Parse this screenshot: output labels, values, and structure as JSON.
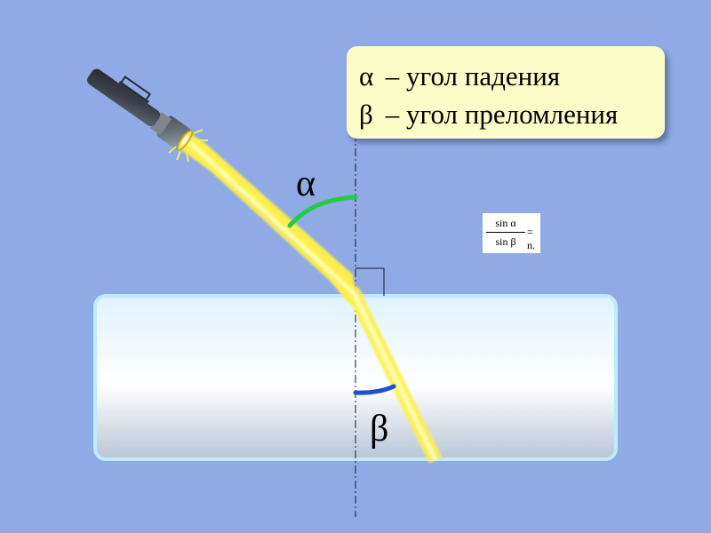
{
  "legend": {
    "alpha_symbol": "α",
    "alpha_text": " – угол падения",
    "beta_symbol": "β",
    "beta_text": " – угол преломления"
  },
  "formula": {
    "numerator": "sin α",
    "denominator": "sin β",
    "rhs": "= n."
  },
  "labels": {
    "alpha": "α",
    "beta": "β"
  },
  "colors": {
    "background": "#8faae4",
    "legend_bg": "#fbfcc7",
    "beam": "#fff04a",
    "alpha_arc": "#22cc44",
    "beta_arc": "#1a4fcf"
  },
  "icons": [
    "flashlight-icon",
    "right-angle-marker"
  ]
}
